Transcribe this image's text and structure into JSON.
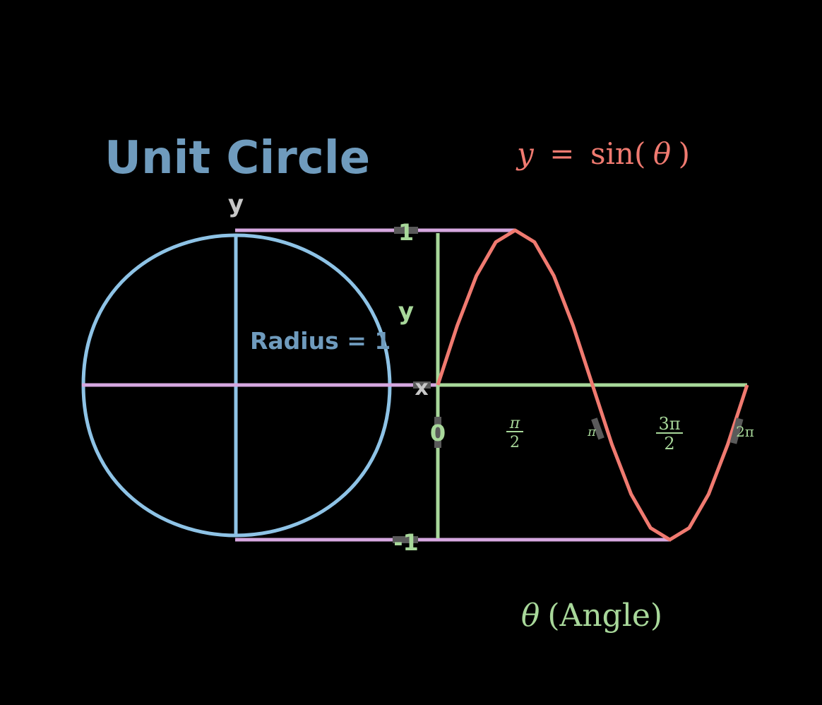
{
  "title": "Unit Circle",
  "equation": {
    "y": "y",
    "eq": "=",
    "func": "sin(",
    "theta": "θ",
    "close": ")"
  },
  "circle_labels": {
    "y_axis": "y",
    "radius": "Radius = 1",
    "y_proj": "y",
    "x_proj": "x"
  },
  "value_labels": {
    "one": "1",
    "minus_one": "-1",
    "zero": "0"
  },
  "angle_labels": [
    {
      "num": "π",
      "den": "2"
    },
    {
      "text": "π"
    },
    {
      "num": "3π",
      "den": "2"
    },
    {
      "text": "2π"
    }
  ],
  "axis_title": {
    "theta": "θ",
    "text": " (Angle)"
  },
  "colors": {
    "circle": "#8ec3e6",
    "title": "#6f9bbd",
    "projection": "#d6a8e0",
    "graph_axis": "#a8d89a",
    "sine": "#f07a70",
    "label_gray": "#c8c8c8",
    "tick_gray": "#8a8a8a"
  },
  "chart_data": {
    "type": "line",
    "title": "",
    "xlabel": "θ (Angle)",
    "ylabel": "",
    "series": [
      {
        "name": "y = sin(θ)",
        "x": [
          0,
          0.393,
          0.785,
          1.178,
          1.571,
          1.963,
          2.356,
          2.749,
          3.142,
          3.534,
          3.927,
          4.32,
          4.712,
          5.105,
          5.498,
          5.89,
          6.283
        ],
        "y": [
          0,
          0.383,
          0.707,
          0.924,
          1,
          0.924,
          0.707,
          0.383,
          0,
          -0.383,
          -0.707,
          -0.924,
          -1,
          -0.924,
          -0.707,
          -0.383,
          0
        ]
      }
    ],
    "xlim": [
      0,
      6.283
    ],
    "ylim": [
      -1,
      1
    ],
    "x_ticks": [
      "0",
      "π/2",
      "π",
      "3π/2",
      "2π"
    ],
    "y_ticks": [
      "-1",
      "1"
    ]
  }
}
